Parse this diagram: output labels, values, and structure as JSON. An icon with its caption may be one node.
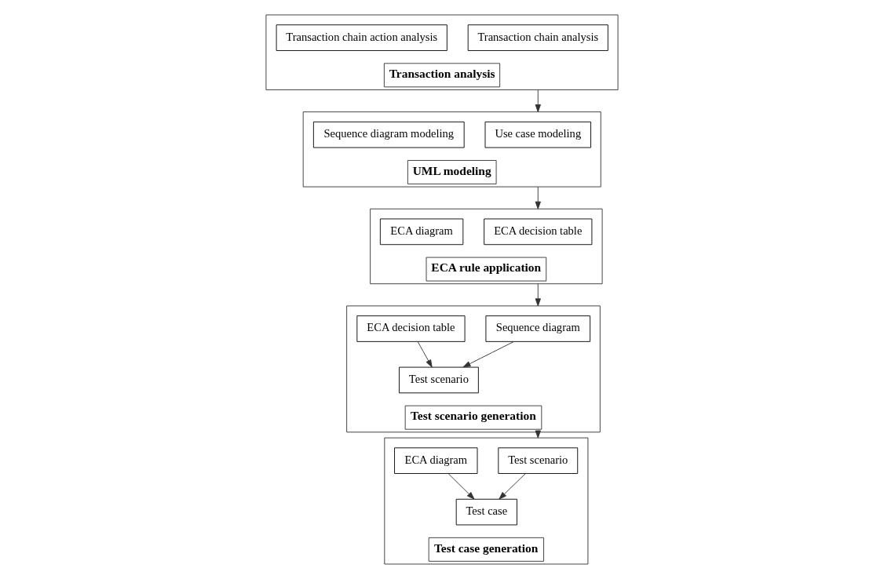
{
  "diagram": {
    "nodes": [
      {
        "text": [
          "Transaction analysis"
        ]
      },
      {
        "text": [
          "Transaction chain analysis"
        ],
        "in": 0
      },
      {
        "text": [
          "Transaction chain action analysis"
        ],
        "in": 0
      },
      {
        "text": [
          "UML modeling"
        ]
      },
      {
        "text": [
          "Use case modeling"
        ],
        "in": 3
      },
      {
        "text": [
          "Sequence diagram modeling"
        ],
        "in": 3
      },
      {
        "text": [
          "ECA rule application"
        ]
      },
      {
        "text": [
          "ECA decision table"
        ],
        "in": 6
      },
      {
        "text": [
          "ECA diagram"
        ],
        "in": 6
      },
      {
        "text": [
          "Test scenario generation"
        ]
      },
      {
        "text": [
          "Sequence diagram"
        ],
        "in": 9
      },
      {
        "text": [
          "ECA decision table"
        ],
        "in": 9
      },
      {
        "text": [
          "Test scenario"
        ],
        "in": 9
      },
      {
        "text": [
          "Test case generation"
        ]
      },
      {
        "text": [
          "Test scenario"
        ],
        "in": 13
      },
      {
        "text": [
          "ECA diagram"
        ],
        "in": 13
      },
      {
        "text": [
          "Test case"
        ],
        "in": 13
      }
    ],
    "edges": [
      {
        "from": 0,
        "to": 3,
        "arrow": "to"
      },
      {
        "from": 3,
        "to": 6,
        "arrow": "to"
      },
      {
        "from": 6,
        "to": 9,
        "arrow": "to"
      },
      {
        "from": 9,
        "to": 13,
        "arrow": "to"
      },
      {
        "from": 10,
        "to": 12,
        "arrow": "to"
      },
      {
        "from": 11,
        "to": 12,
        "arrow": "to"
      },
      {
        "from": 14,
        "to": 16,
        "arrow": "to"
      },
      {
        "from": 15,
        "to": 16,
        "arrow": "to"
      }
    ]
  }
}
